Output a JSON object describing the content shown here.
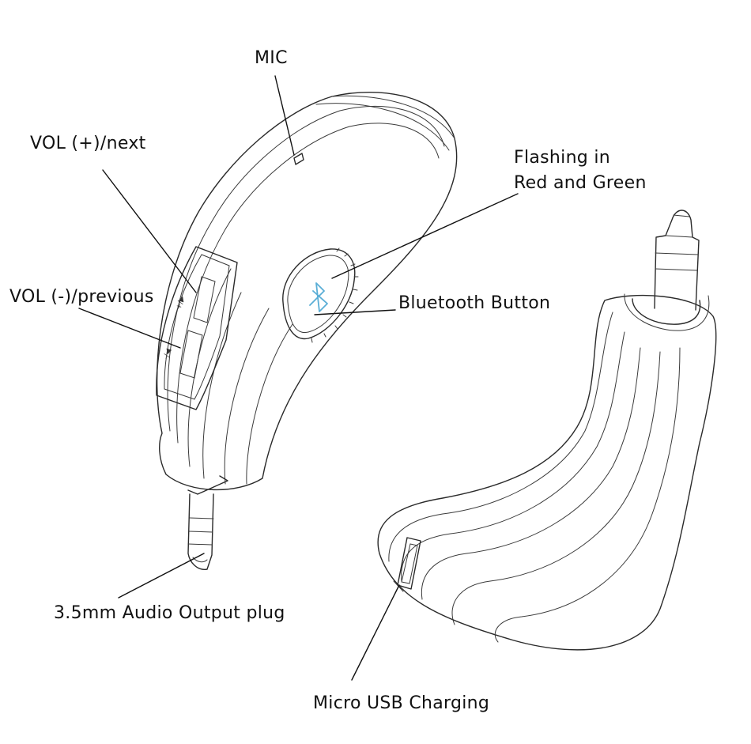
{
  "labels": {
    "mic": "MIC",
    "vol_up": "VOL (+)/next",
    "vol_down": "VOL (-)/previous",
    "flashing_line1": "Flashing in",
    "flashing_line2": "Red and Green",
    "bluetooth_button": "Bluetooth Button",
    "audio_plug": "3.5mm Audio Output plug",
    "usb_charging": "Micro USB Charging"
  },
  "colors": {
    "line": "#2a2a2a",
    "text": "#111111",
    "bluetooth_icon": "#5aaed6"
  },
  "icons": {
    "bluetooth": "bluetooth-icon"
  }
}
